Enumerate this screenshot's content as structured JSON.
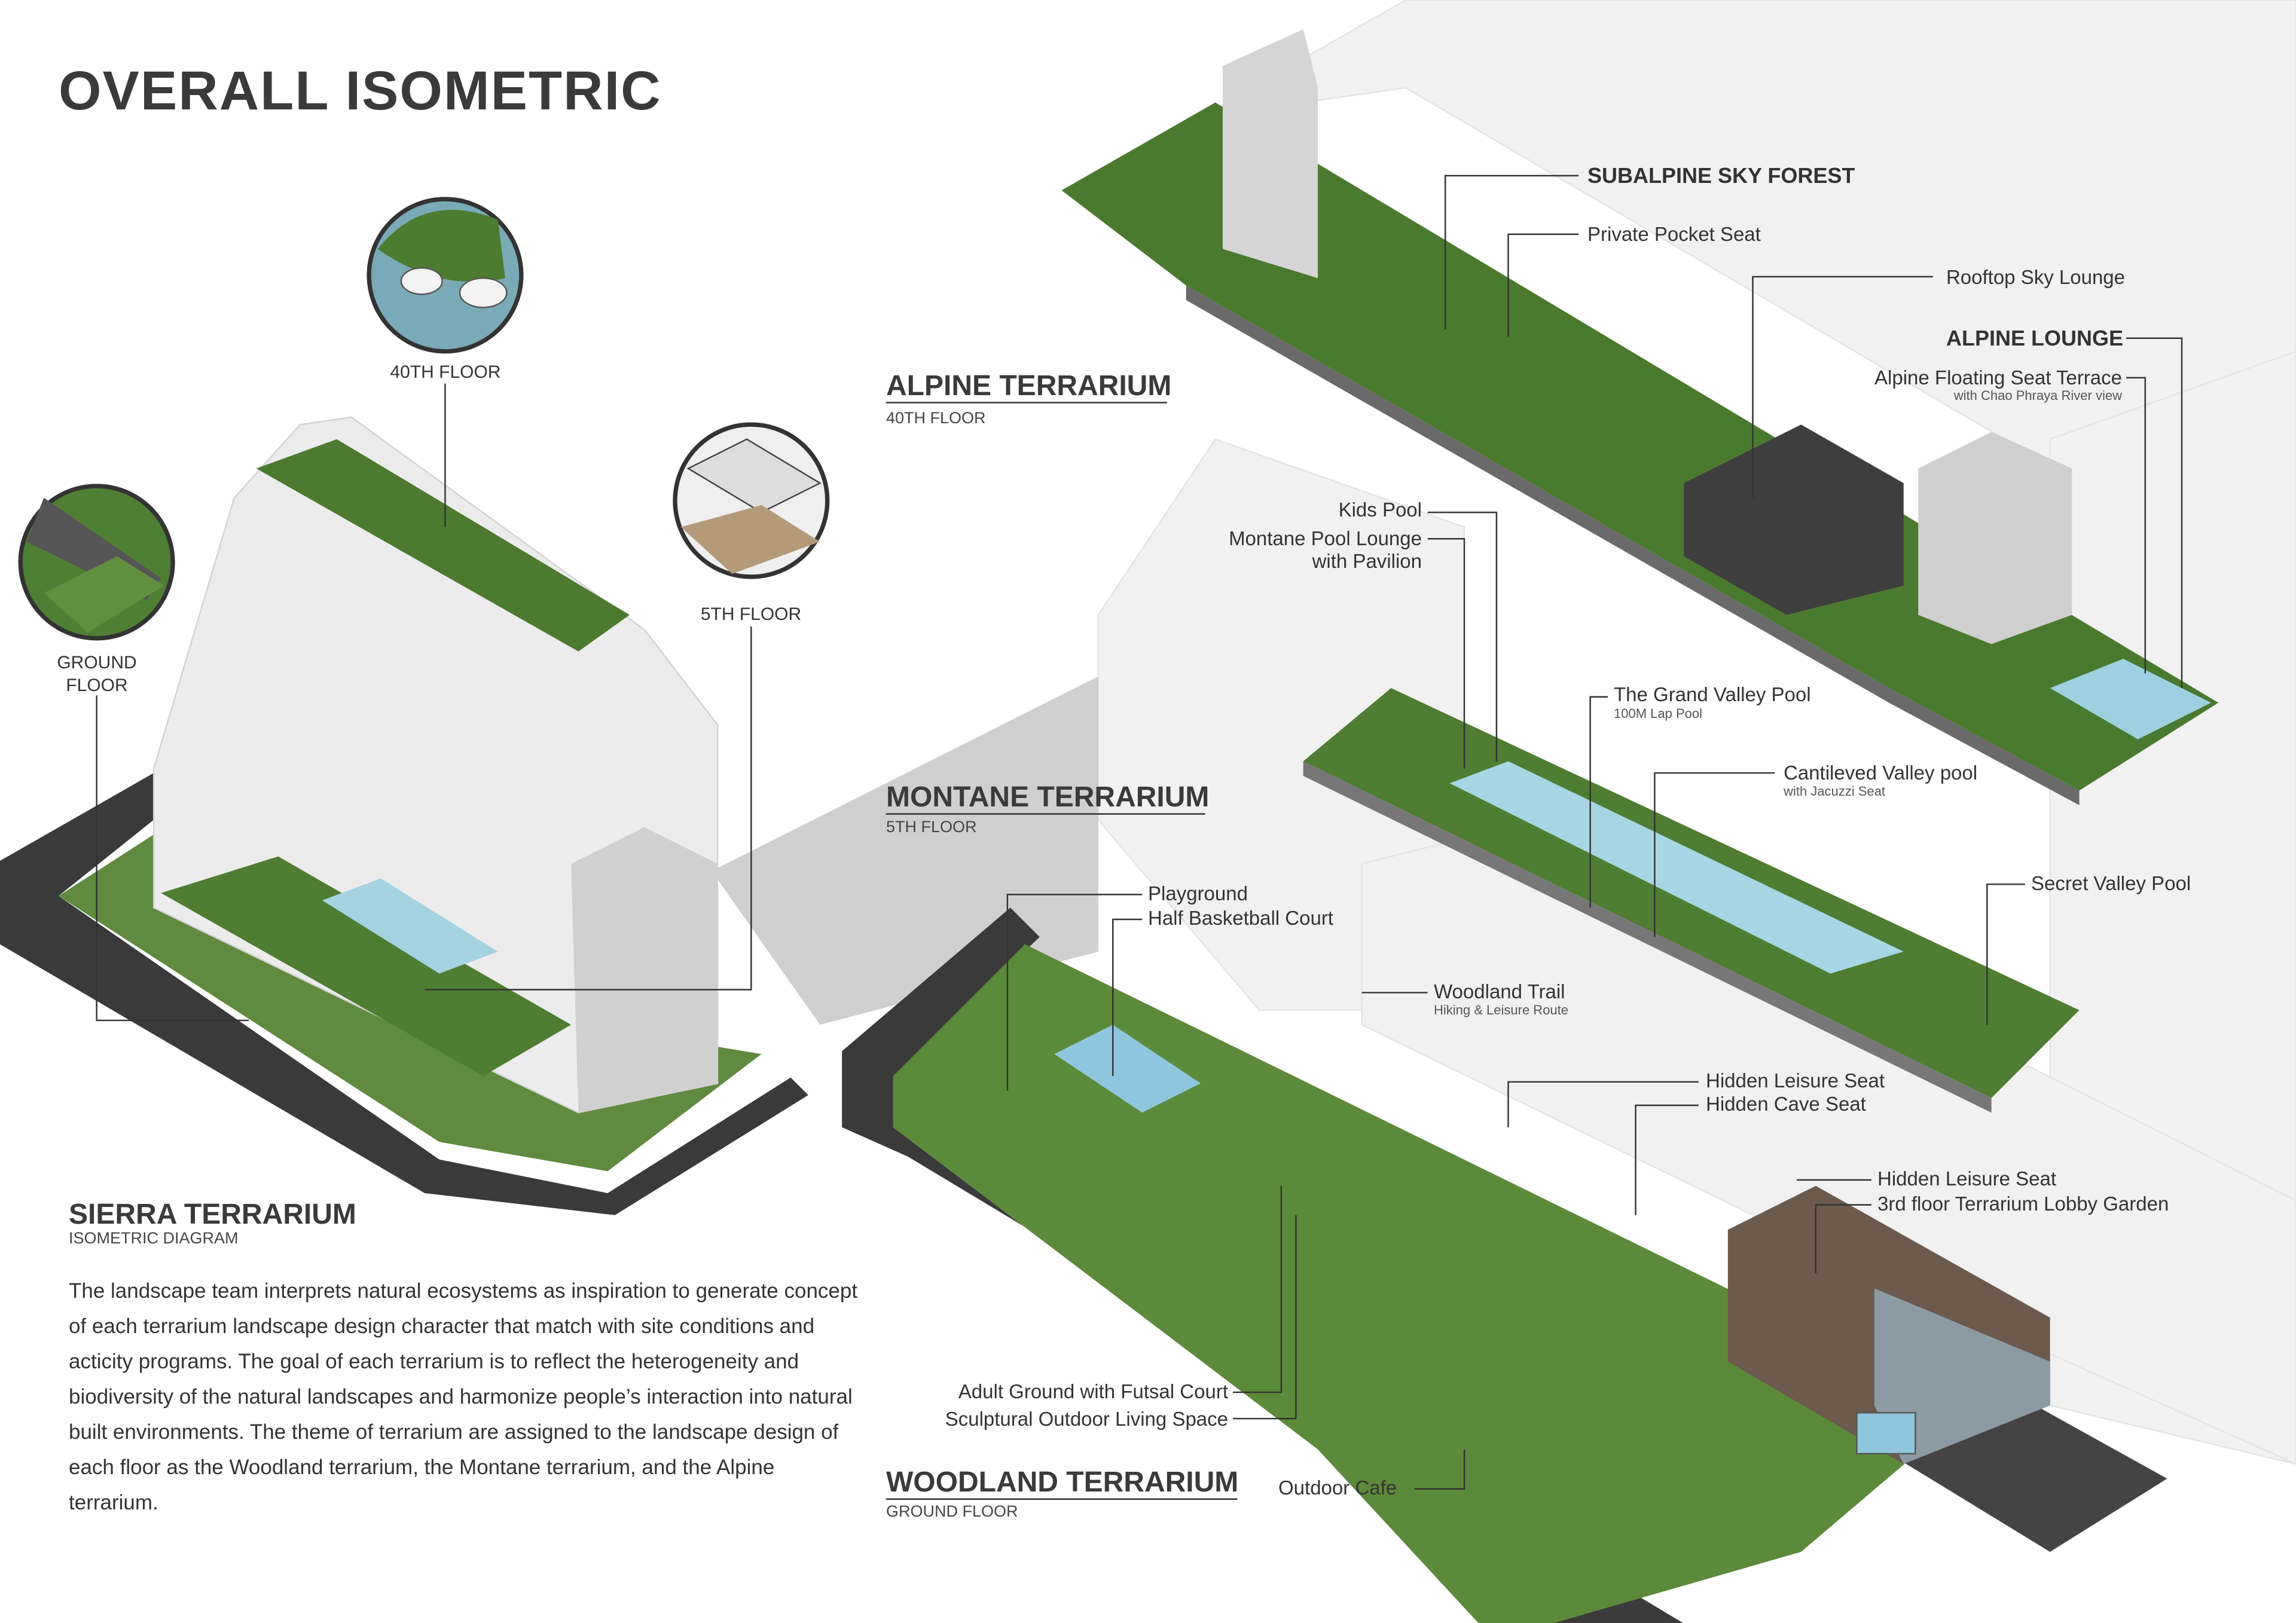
{
  "title": "OVERALL ISOMETRIC",
  "sections": {
    "alpine": {
      "name": "ALPINE TERRARIUM",
      "floor": "40TH FLOOR"
    },
    "montane": {
      "name": "MONTANE TERRARIUM",
      "floor": "5TH FLOOR"
    },
    "woodland": {
      "name": "WOODLAND TERRARIUM",
      "floor": "GROUND FLOOR"
    },
    "sierra": {
      "name": "SIERRA TERRARIUM",
      "subtitle": "ISOMETRIC DIAGRAM"
    }
  },
  "description": "The landscape team interprets natural ecosystems as inspiration to generate concept of each terrarium landscape design character that match with site conditions and acticity programs. The goal of each terrarium is to reflect the heterogeneity and biodiversity of the natural landscapes and harmonize people’s interaction into natural built environments. The theme of terrarium are assigned to the landscape design of each floor as the Woodland terrarium, the Montane terrarium, and the Alpine terrarium.",
  "floor_markers": {
    "fortieth": "40TH FLOOR",
    "fifth": "5TH FLOOR",
    "ground": "GROUND FLOOR"
  },
  "callouts": {
    "subalpine_sky_forest": "SUBALPINE SKY FOREST",
    "private_pocket_seat": "Private Pocket Seat",
    "rooftop_sky_lounge": "Rooftop Sky Lounge",
    "alpine_lounge": "ALPINE LOUNGE",
    "alpine_floating_seat": {
      "label": "Alpine Floating Seat Terrace",
      "sub": "with Chao Phraya River view"
    },
    "kids_pool": "Kids Pool",
    "montane_pool_lounge": {
      "line1": "Montane Pool Lounge",
      "line2": "with Pavilion"
    },
    "grand_valley_pool": {
      "label": "The Grand Valley Pool",
      "sub": "100M Lap Pool"
    },
    "cantilevered_pool": {
      "label": "Cantileved Valley pool",
      "sub": "with Jacuzzi Seat"
    },
    "secret_valley_pool": "Secret Valley Pool",
    "playground": "Playground",
    "half_basketball": "Half Basketball Court",
    "woodland_trail": {
      "label": "Woodland Trail",
      "sub": "Hiking & Leisure Route"
    },
    "hidden_leisure_seat_1": "Hidden Leisure Seat",
    "hidden_cave_seat": "Hidden Cave Seat",
    "hidden_leisure_seat_2": "Hidden Leisure Seat",
    "lobby_garden": "3rd floor Terrarium Lobby Garden",
    "adult_ground": "Adult Ground with Futsal Court",
    "sculptural_space": "Sculptural Outdoor Living Space",
    "outdoor_cafe": "Outdoor Cafe"
  },
  "colors": {
    "text": "#333333",
    "road": "#3a3a3a",
    "building": "#e9e9e9",
    "greenery": "#4f7f35",
    "water": "#9fd0e0"
  }
}
